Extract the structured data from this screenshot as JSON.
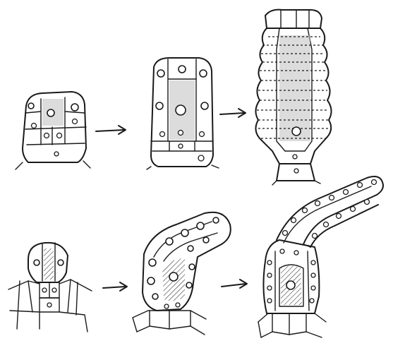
{
  "diagram": {
    "rows": [
      {
        "name": "top-row",
        "stages": [
          "young-initial",
          "elongating-stage",
          "mature-structure"
        ]
      },
      {
        "name": "bottom-row",
        "stages": [
          "young-initial",
          "elongating-stage",
          "mature-structure"
        ]
      }
    ],
    "arrows": [
      "arrow-right",
      "arrow-right",
      "arrow-right",
      "arrow-right"
    ],
    "colors": {
      "ink": "#1a1a1a",
      "stipple": "#bfbfbf",
      "background": "#ffffff"
    }
  }
}
